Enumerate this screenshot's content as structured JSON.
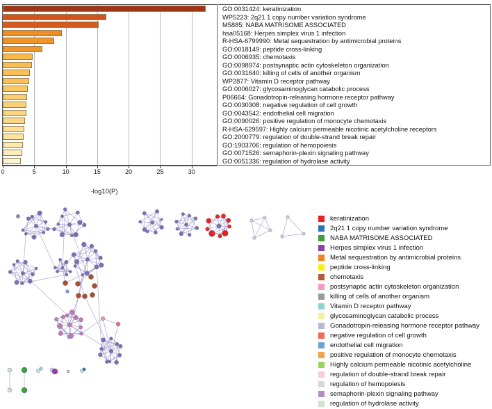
{
  "chart_data": {
    "type": "bar",
    "title": "",
    "xlabel": "-log10(P)",
    "ylabel": "",
    "xlim": [
      0,
      34
    ],
    "xticks": [
      0,
      5,
      10,
      15,
      20,
      25,
      30
    ],
    "grid": true,
    "orientation": "horizontal",
    "categories": [
      "GO:0031424: keratinization",
      "WP5223: 2q21 1 copy number variation syndrome",
      "M5885: NABA MATRISOME ASSOCIATED",
      "hsa05168: Herpes simplex virus 1 infection",
      "R-HSA-6799990: Metal sequestration by antimicrobial proteins",
      "GO:0018149: peptide cross-linking",
      "GO:0006935: chemotaxis",
      "GO:0098974: postsynaptic actin cytoskeleton organization",
      "GO:0031640: killing of cells of another organism",
      "WP2877: Vitamin D receptor pathway",
      "GO:0006027: glycosaminoglycan catabolic process",
      "P06664: Gonadotropin-releasing hormone receptor pathway",
      "GO:0030308: negative regulation of cell growth",
      "GO:0043542: endothelial cell migration",
      "GO:0090026: positive regulation of monocyte chemotaxis",
      "R-HSA-629597: Highly calcium permeable nicotinic acetylcholine receptors",
      "GO:2000779: regulation of double-strand break repair",
      "GO:1903706: regulation of hemopoiesis",
      "GO:0071526: semaphorin-plexin signaling pathway",
      "GO:0051336: regulation of hydrolase activity"
    ],
    "values": [
      32.2,
      16.5,
      15.2,
      9.4,
      8.2,
      6.3,
      4.7,
      4.6,
      4.3,
      4.2,
      4.0,
      3.9,
      3.8,
      3.7,
      3.5,
      3.4,
      3.3,
      3.2,
      3.1,
      2.9
    ],
    "bar_colors": [
      "#9e3514",
      "#d1541c",
      "#d45a1d",
      "#ee8d24",
      "#ef9527",
      "#f0962a",
      "#f8b94a",
      "#f9bd52",
      "#fabf55",
      "#fac05a",
      "#fbc963",
      "#fbcd6d",
      "#fcd178",
      "#fcd57f",
      "#fcd886",
      "#fde094",
      "#fde49e",
      "#fee7a8",
      "#feedbb",
      "#fdf5d3"
    ]
  },
  "network": {
    "legend_title": "",
    "legend": [
      {
        "label": "keratinization",
        "color": "#e8221f"
      },
      {
        "label": "2q21 1 copy number variation syndrome",
        "color": "#2575b7"
      },
      {
        "label": "NABA MATRISOME ASSOCIATED",
        "color": "#3aa03a"
      },
      {
        "label": "Herpes simplex virus 1 infection",
        "color": "#8e3fa8"
      },
      {
        "label": "Metal sequestration by antimicrobial proteins",
        "color": "#f57f22"
      },
      {
        "label": "peptide cross-linking",
        "color": "#f7f018"
      },
      {
        "label": "chemotaxis",
        "color": "#b55b3c"
      },
      {
        "label": "postsynaptic actin cytoskeleton organization",
        "color": "#f59bc2"
      },
      {
        "label": "killing of cells of another organism",
        "color": "#9b9b9b"
      },
      {
        "label": "Vitamin D receptor pathway",
        "color": "#8fd4cc"
      },
      {
        "label": "glycosaminoglycan catabolic process",
        "color": "#f2f2a0"
      },
      {
        "label": "Gonadotropin-releasing hormone receptor pathway",
        "color": "#b7b7d8"
      },
      {
        "label": "negative regulation of cell growth",
        "color": "#ef6a54"
      },
      {
        "label": "endothelial cell migration",
        "color": "#6fa3d1"
      },
      {
        "label": "positive regulation of monocyte chemotaxis",
        "color": "#f5a04b"
      },
      {
        "label": "Highly calcium permeable nicotinic acetylcholine",
        "color": "#9ed35e"
      },
      {
        "label": "regulation of double-strand break repair",
        "color": "#f6cfd8"
      },
      {
        "label": "regulation of hemopoiesis",
        "color": "#d8d8d8"
      },
      {
        "label": "semaphorin-plexin signaling pathway",
        "color": "#b08fc9"
      },
      {
        "label": "regulation of hydrolase activity",
        "color": "#cfe5cf"
      }
    ]
  }
}
